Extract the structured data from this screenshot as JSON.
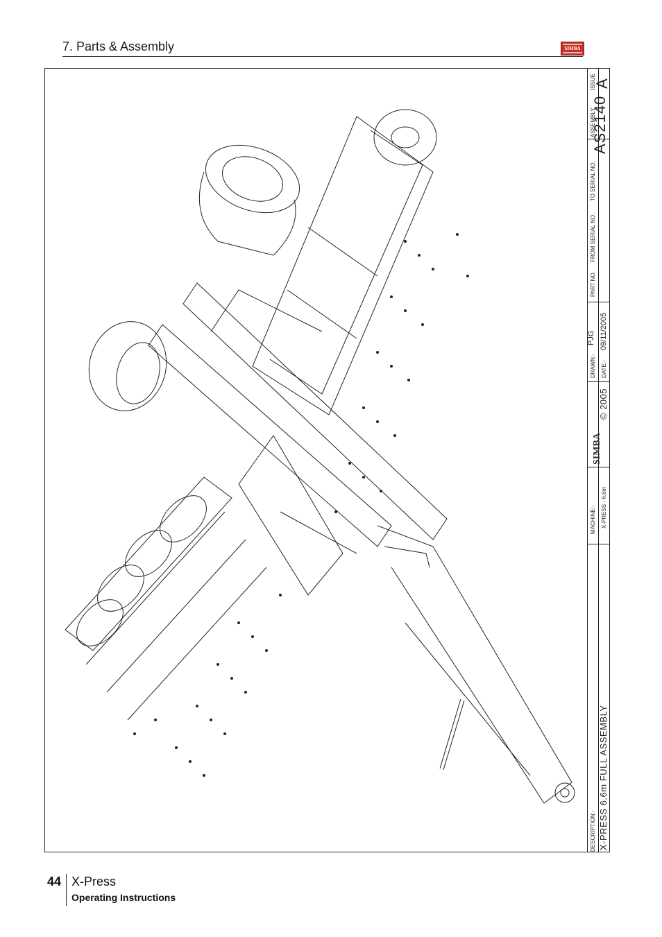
{
  "header": {
    "section_title": "7. Parts & Assembly",
    "logo_text": "SIMBA"
  },
  "title_block": {
    "description_label": "DESCRIPTION:-",
    "description_value": "X-PRESS 6.6m FULL ASSEMBLY",
    "machine_label": "MACHINE:-",
    "machine_value": "X-PRESS - 6.6m",
    "logo_text": "SIMBA",
    "copyright": "© 2005",
    "drawn_label": "DRAWN:-",
    "drawn_value": "PJG",
    "date_label": "DATE:-",
    "date_value": "09/11/2005",
    "part_no_label": "PART NO.",
    "from_serial_label": "FROM SERIAL NO.",
    "to_serial_label": "TO SERIAL NO.",
    "assembly_label": "ASSEMBLY",
    "assembly_value": "AS2140",
    "issue_label": "ISSUE",
    "issue_value": "A"
  },
  "footer": {
    "page_number": "44",
    "product": "X-Press",
    "subtitle": "Operating Instructions"
  }
}
